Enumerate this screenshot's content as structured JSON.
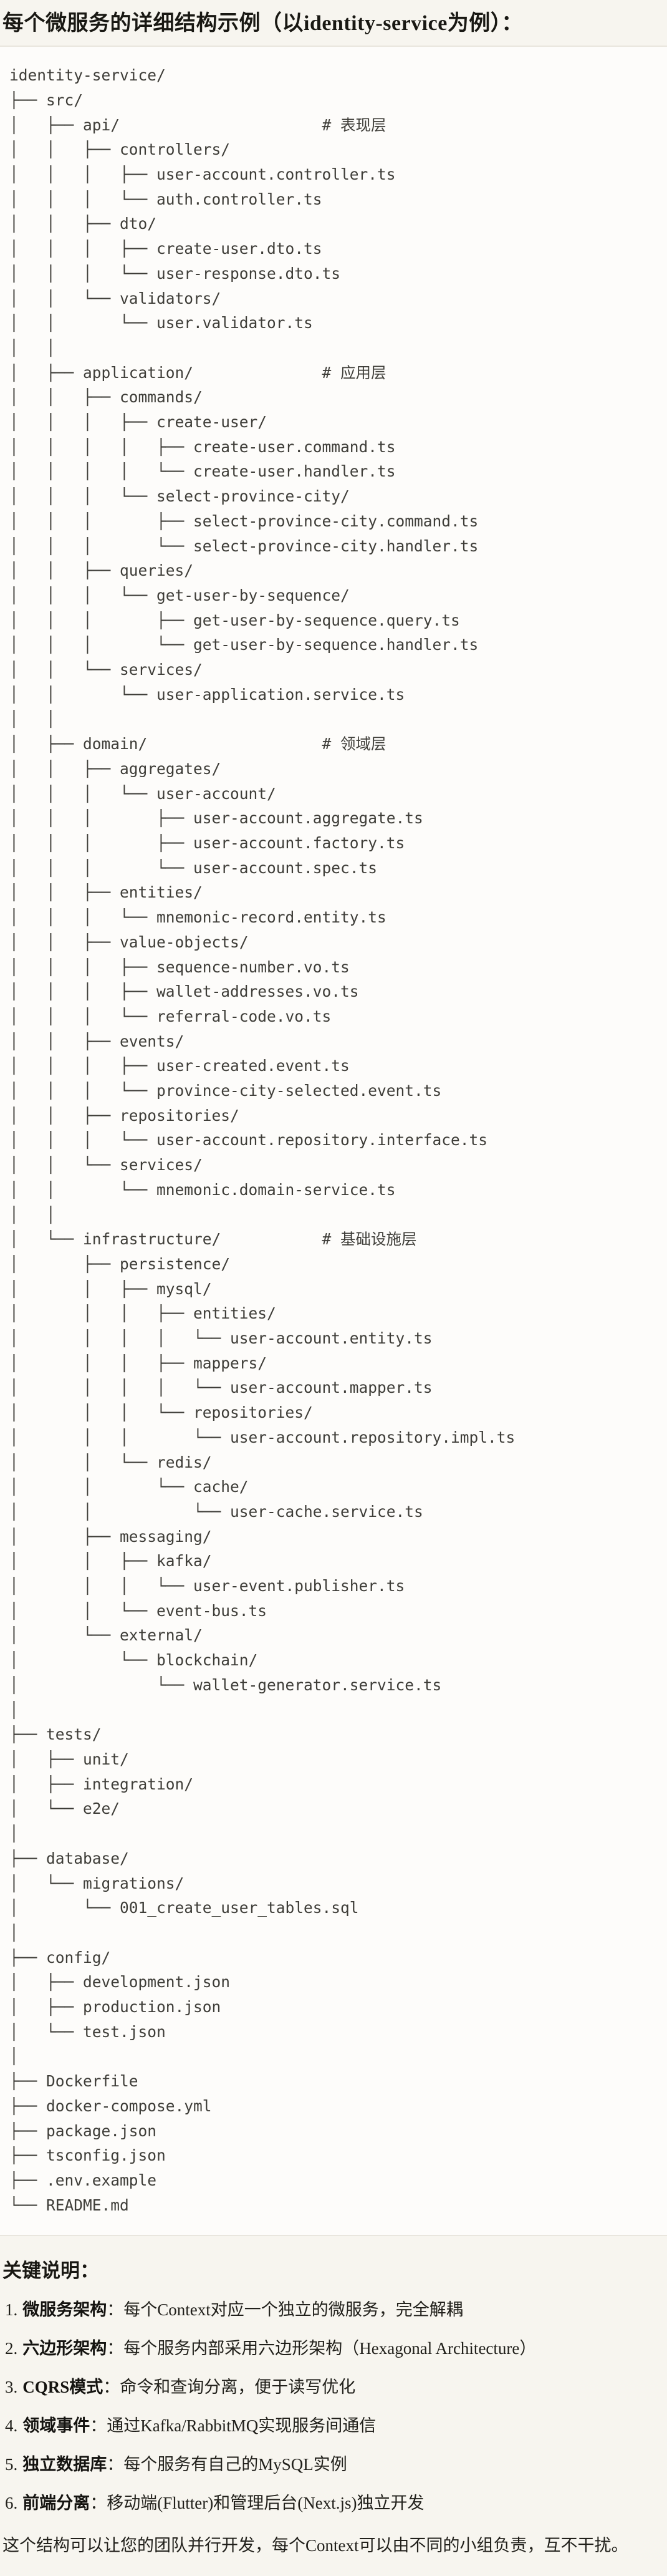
{
  "page": {
    "title": "每个微服务的详细结构示例（以identity-service为例）："
  },
  "colors": {
    "page_background": "#f7f5ef",
    "code_background": "#fdfcfa",
    "code_border": "#e9e6de",
    "code_text": "#3e3d38",
    "heading_text": "#191813"
  },
  "code_block": {
    "language": "plaintext",
    "lines": [
      "identity-service/",
      "├── src/",
      "│   ├── api/                      # 表现层",
      "│   │   ├── controllers/",
      "│   │   │   ├── user-account.controller.ts",
      "│   │   │   └── auth.controller.ts",
      "│   │   ├── dto/",
      "│   │   │   ├── create-user.dto.ts",
      "│   │   │   └── user-response.dto.ts",
      "│   │   └── validators/",
      "│   │       └── user.validator.ts",
      "│   │",
      "│   ├── application/              # 应用层",
      "│   │   ├── commands/",
      "│   │   │   ├── create-user/",
      "│   │   │   │   ├── create-user.command.ts",
      "│   │   │   │   └── create-user.handler.ts",
      "│   │   │   └── select-province-city/",
      "│   │   │       ├── select-province-city.command.ts",
      "│   │   │       └── select-province-city.handler.ts",
      "│   │   ├── queries/",
      "│   │   │   └── get-user-by-sequence/",
      "│   │   │       ├── get-user-by-sequence.query.ts",
      "│   │   │       └── get-user-by-sequence.handler.ts",
      "│   │   └── services/",
      "│   │       └── user-application.service.ts",
      "│   │",
      "│   ├── domain/                   # 领域层",
      "│   │   ├── aggregates/",
      "│   │   │   └── user-account/",
      "│   │   │       ├── user-account.aggregate.ts",
      "│   │   │       ├── user-account.factory.ts",
      "│   │   │       └── user-account.spec.ts",
      "│   │   ├── entities/",
      "│   │   │   └── mnemonic-record.entity.ts",
      "│   │   ├── value-objects/",
      "│   │   │   ├── sequence-number.vo.ts",
      "│   │   │   ├── wallet-addresses.vo.ts",
      "│   │   │   └── referral-code.vo.ts",
      "│   │   ├── events/",
      "│   │   │   ├── user-created.event.ts",
      "│   │   │   └── province-city-selected.event.ts",
      "│   │   ├── repositories/",
      "│   │   │   └── user-account.repository.interface.ts",
      "│   │   └── services/",
      "│   │       └── mnemonic.domain-service.ts",
      "│   │",
      "│   └── infrastructure/           # 基础设施层",
      "│       ├── persistence/",
      "│       │   ├── mysql/",
      "│       │   │   ├── entities/",
      "│       │   │   │   └── user-account.entity.ts",
      "│       │   │   ├── mappers/",
      "│       │   │   │   └── user-account.mapper.ts",
      "│       │   │   └── repositories/",
      "│       │   │       └── user-account.repository.impl.ts",
      "│       │   └── redis/",
      "│       │       └── cache/",
      "│       │           └── user-cache.service.ts",
      "│       ├── messaging/",
      "│       │   ├── kafka/",
      "│       │   │   └── user-event.publisher.ts",
      "│       │   └── event-bus.ts",
      "│       └── external/",
      "│           └── blockchain/",
      "│               └── wallet-generator.service.ts",
      "│",
      "├── tests/",
      "│   ├── unit/",
      "│   ├── integration/",
      "│   └── e2e/",
      "│",
      "├── database/",
      "│   └── migrations/",
      "│       └── 001_create_user_tables.sql",
      "│",
      "├── config/",
      "│   ├── development.json",
      "│   ├── production.json",
      "│   └── test.json",
      "│",
      "├── Dockerfile",
      "├── docker-compose.yml",
      "├── package.json",
      "├── tsconfig.json",
      "├── .env.example",
      "└── README.md"
    ]
  },
  "notes": {
    "heading": "关键说明：",
    "items": [
      {
        "num": "1.",
        "label": "微服务架构",
        "text": "：每个Context对应一个独立的微服务，完全解耦"
      },
      {
        "num": "2.",
        "label": "六边形架构",
        "text": "：每个服务内部采用六边形架构（Hexagonal Architecture）"
      },
      {
        "num": "3.",
        "label": "CQRS模式",
        "text": "：命令和查询分离，便于读写优化"
      },
      {
        "num": "4.",
        "label": "领域事件",
        "text": "：通过Kafka/RabbitMQ实现服务间通信"
      },
      {
        "num": "5.",
        "label": "独立数据库",
        "text": "：每个服务有自己的MySQL实例"
      },
      {
        "num": "6.",
        "label": "前端分离",
        "text": "：移动端(Flutter)和管理后台(Next.js)独立开发"
      }
    ],
    "closing": "这个结构可以让您的团队并行开发，每个Context可以由不同的小组负责，互不干扰。"
  }
}
